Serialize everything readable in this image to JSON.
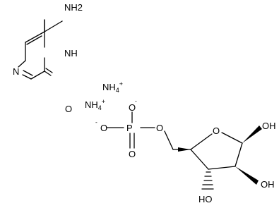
{
  "structure": {
    "cytosine": {
      "amino": "NH2",
      "ring_nh": "NH",
      "ring_n": "N",
      "carbonyl_o": "O"
    },
    "counter_ions": [
      {
        "base": "NH",
        "subscript": "4",
        "charge": "+"
      },
      {
        "base": "NH",
        "subscript": "4",
        "charge": "+"
      }
    ],
    "phosphate": {
      "phosphorus": "P",
      "oxygens": [
        "O",
        "O",
        "O",
        "O"
      ],
      "charges": [
        "-",
        "-"
      ]
    },
    "sugar": {
      "ring_o": "O",
      "hydroxyls": [
        "OH",
        "OH",
        "HO"
      ]
    }
  }
}
